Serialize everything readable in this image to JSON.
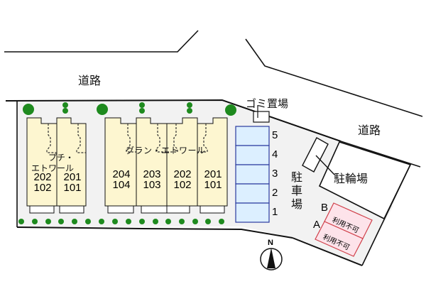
{
  "colors": {
    "lot": "#f2f2f2",
    "building": "#fdf6d0",
    "parking": "#dcefff",
    "parking_border": "#2a3a9e",
    "unavailable_fill": "#fde3ea",
    "unavailable_border": "#d0404a",
    "tree": "#1e8a1e",
    "line": "#111111"
  },
  "labels": {
    "road_top": "道路",
    "road_right": "道路",
    "garbage": "ゴミ置場",
    "bicycle_parking": "駐輪場",
    "parking_lot_1": "駐",
    "parking_lot_2": "車",
    "parking_lot_3": "場",
    "compass_n": "N"
  },
  "buildings": [
    {
      "name_line1": "プチ・",
      "name_line2": "エトワール",
      "units": [
        {
          "upper": "202",
          "lower": "102"
        },
        {
          "upper": "201",
          "lower": "101"
        }
      ]
    },
    {
      "name": "グラン・エトワール",
      "units": [
        {
          "upper": "204",
          "lower": "104"
        },
        {
          "upper": "203",
          "lower": "103"
        },
        {
          "upper": "202",
          "lower": "102"
        },
        {
          "upper": "201",
          "lower": "101"
        }
      ]
    }
  ],
  "parking_spaces": [
    "5",
    "4",
    "3",
    "2",
    "1"
  ],
  "extra_spaces": [
    {
      "id": "B",
      "status": "利用不可"
    },
    {
      "id": "A",
      "status": "利用不可"
    }
  ]
}
